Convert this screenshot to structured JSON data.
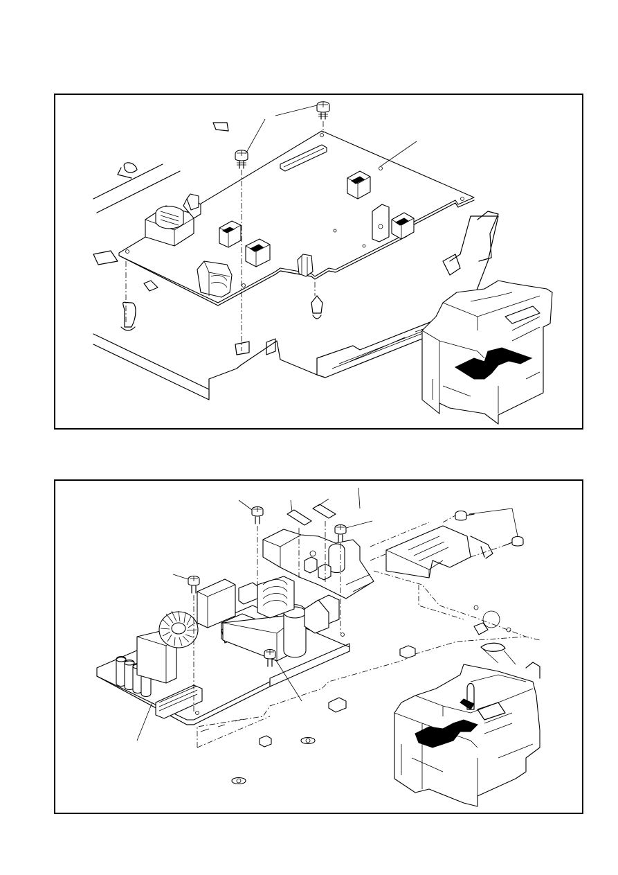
{
  "figures": [
    {
      "id": "top",
      "parts": [
        "screw",
        "screw",
        "circuit-board",
        "printer-mechanism"
      ]
    },
    {
      "id": "bottom",
      "parts": [
        "screw",
        "screw",
        "screw",
        "screw",
        "fuse",
        "fuse",
        "power-supply-board",
        "bracket",
        "printer-mechanism"
      ]
    }
  ]
}
